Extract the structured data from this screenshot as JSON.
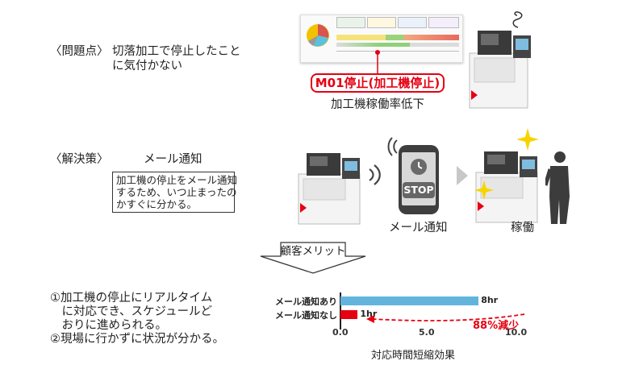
{
  "problem": {
    "label": "〈問題点〉",
    "line1": "切落加工で停止したこと",
    "line2": "に気付かない",
    "alarm_text": "M01停止(加工機停止)",
    "caption": "加工機稼働率低下"
  },
  "solution": {
    "label": "〈解決策〉",
    "title": "メール通知",
    "box_lines": [
      "加工機の停止をメール通知",
      "するため、いつ止まったの",
      "かすぐに分かる。"
    ],
    "phone_badge": "STOP",
    "phone_caption": "メール通知",
    "result_caption": "稼働"
  },
  "benefit_arrow_label": "顧客メリット",
  "benefits": [
    "①加工機の停止にリアルタイム",
    "　に対応でき、スケジュールど",
    "　おりに進められる。",
    "②現場に行かずに状況が分かる。"
  ],
  "chart_data": {
    "type": "bar",
    "orientation": "horizontal",
    "categories": [
      "メール通知あり",
      "メール通知なし"
    ],
    "values": [
      8,
      1
    ],
    "value_labels": [
      "8hr",
      "1hr"
    ],
    "xlim": [
      0,
      10
    ],
    "ticks": [
      "0.0",
      "5.0",
      "10.0"
    ],
    "xlabel": "対応時間短縮効果",
    "annotation": "88%減少",
    "colors": {
      "with_mail": "#62b4dc",
      "without_mail": "#e60012",
      "annotation": "#e60012"
    }
  },
  "icons": [
    "alarm-icon",
    "clock-icon",
    "wifi-signal-icon",
    "chevron-right-icon",
    "sparkle-icon",
    "machine-icon",
    "operator-icon"
  ]
}
